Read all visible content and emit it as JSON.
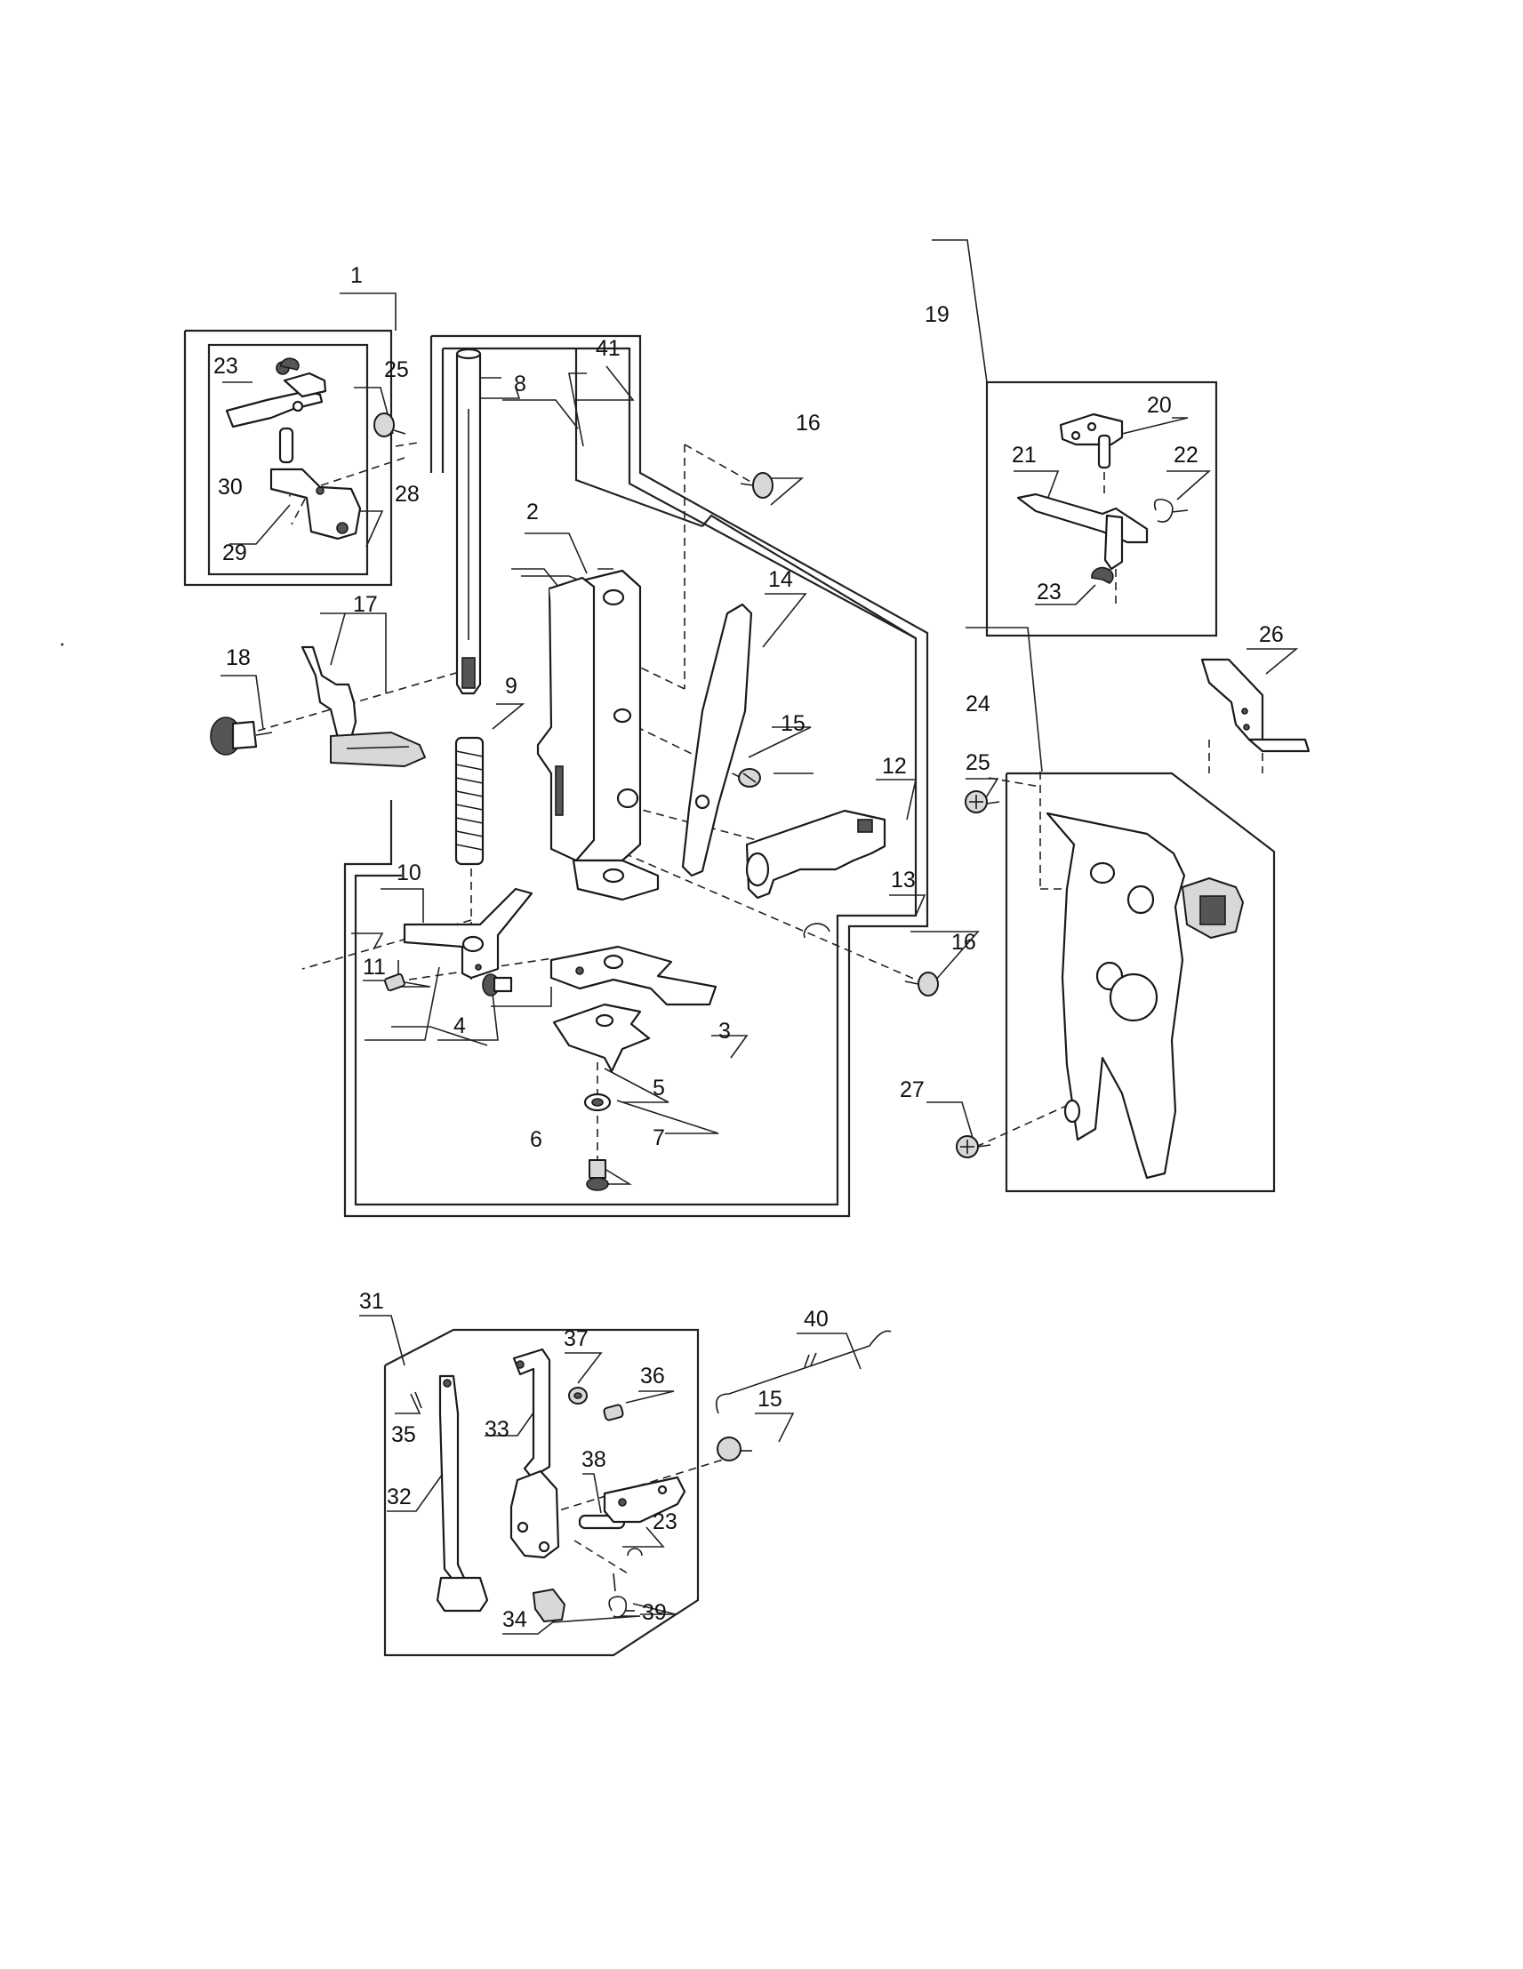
{
  "labels": {
    "p1": "1",
    "p2": "2",
    "p3": "3",
    "p4": "4",
    "p5": "5",
    "p6": "6",
    "p7": "7",
    "p8": "8",
    "p9": "9",
    "p10": "10",
    "p11": "11",
    "p12": "12",
    "p13": "13",
    "p14": "14",
    "p15a": "15",
    "p15b": "15",
    "p16a": "16",
    "p16b": "16",
    "p17": "17",
    "p18": "18",
    "p19": "19",
    "p20": "20",
    "p21": "21",
    "p22": "22",
    "p23a": "23",
    "p23b": "23",
    "p23c": "23",
    "p24": "24",
    "p25a": "25",
    "p25b": "25",
    "p26": "26",
    "p27": "27",
    "p28": "28",
    "p29": "29",
    "p30": "30",
    "p31": "31",
    "p32": "32",
    "p33": "33",
    "p34": "34",
    "p35": "35",
    "p36": "36",
    "p37": "37",
    "p38": "38",
    "p39": "39",
    "p40": "40",
    "p41": "41"
  }
}
